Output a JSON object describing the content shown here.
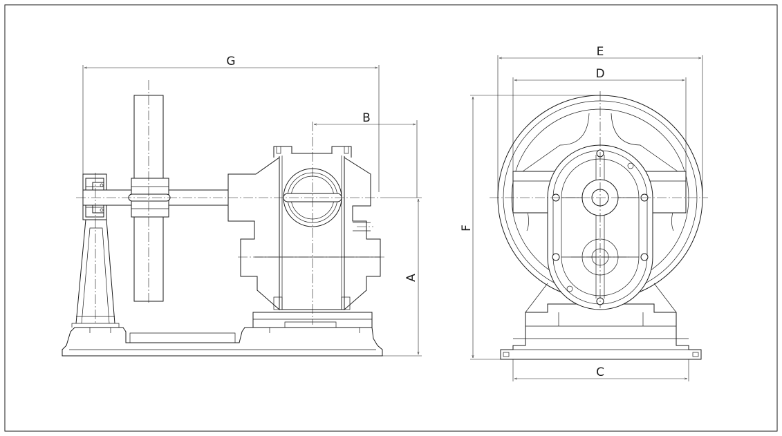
{
  "dimensions": {
    "A": "A",
    "B": "B",
    "C": "C",
    "D": "D",
    "E": "E",
    "F": "F",
    "G": "G"
  },
  "colors": {
    "line": "#1a1a1a",
    "background": "#ffffff"
  }
}
